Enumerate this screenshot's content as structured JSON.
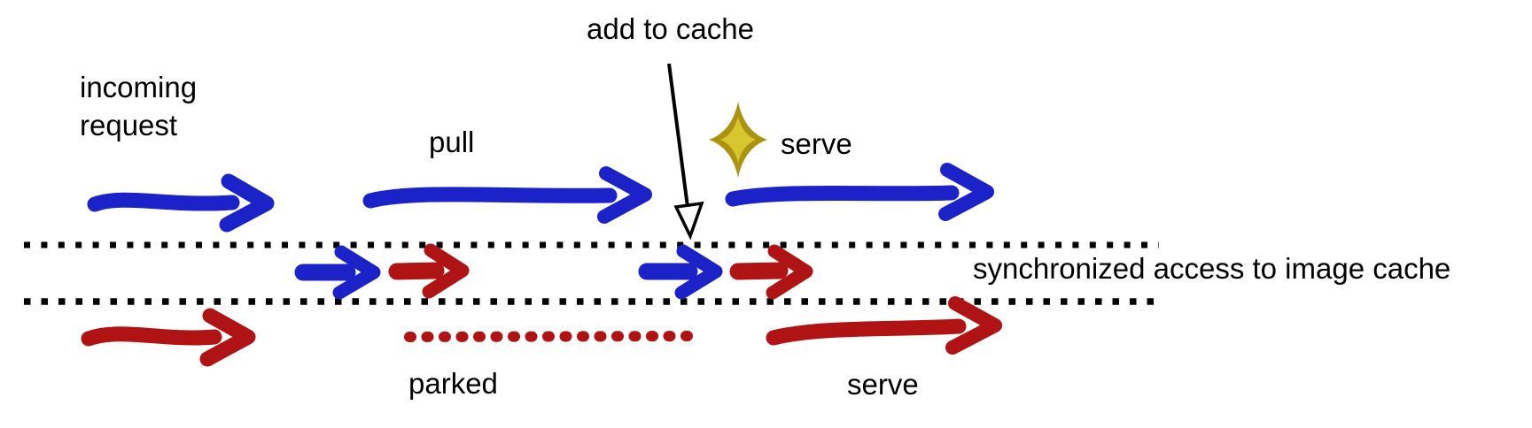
{
  "diagram": {
    "title_hint": "request flow through synchronized image cache",
    "labels": {
      "incoming_request": "incoming\nrequest",
      "pull": "pull",
      "add_to_cache": "add to cache",
      "serve_top": "serve",
      "synchronized_access": "synchronized access to image cache",
      "parked": "parked",
      "serve_bottom": "serve"
    },
    "colors": {
      "request_blue": "#1b22c8",
      "request_red": "#b01313",
      "line_black": "#000000",
      "star_gold_outer": "#ab9310",
      "star_gold_inner": "#d8c62f",
      "background": "#ffffff"
    },
    "icons": {
      "sparkle_icon": "✦",
      "blue_arrow_icon": "→",
      "red_arrow_icon": "→",
      "add_to_cache_pointer_icon": "↓"
    }
  }
}
